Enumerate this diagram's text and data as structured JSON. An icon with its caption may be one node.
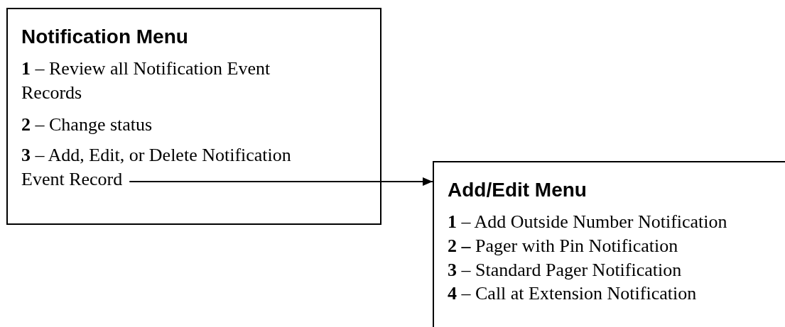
{
  "diagram": {
    "nodes": [
      {
        "text": [
          "Notification Menu",
          "**1** – Review all Notification Event Records",
          "**2** – Change status"
        ]
      },
      {
        "text": [
          "**3** – Add, Edit, or Delete Notification Event Record"
        ],
        "in": 0
      },
      {
        "text": [
          "Add/Edit Menu",
          "**1** – Add Outside Number Notification",
          "**2 –** Pager with Pin Notification",
          "**3** – Standard Pager Notification",
          "**4** – Call at Extension Notification"
        ]
      }
    ],
    "edges": [
      {
        "from": 1,
        "to": 2,
        "arrow": "to"
      }
    ]
  }
}
